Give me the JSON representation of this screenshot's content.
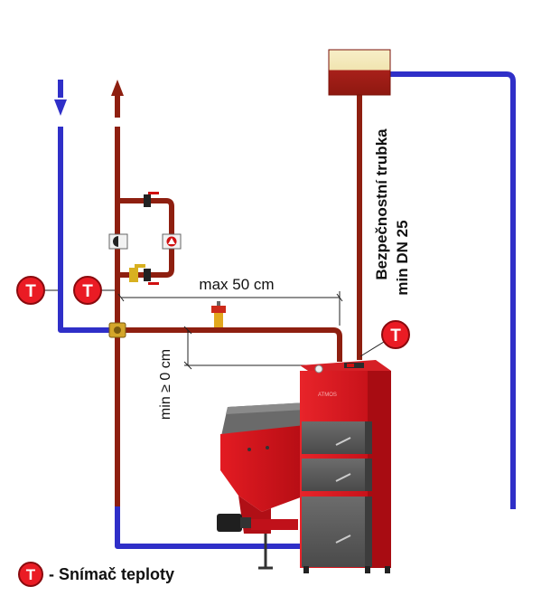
{
  "labels": {
    "max_distance": "max 50 cm",
    "min_height": "min ≥ 0 cm",
    "safety_pipe_line1": "Bezpečnostní  trubka",
    "safety_pipe_line2": "min DN 25",
    "legend_text": "- Snímač teploty"
  },
  "sensors": {
    "symbol": "T",
    "count": 4
  },
  "colors": {
    "hot_pipe": "#8e1f10",
    "cold_pipe": "#2f2fc8",
    "boiler_red": "#d2141a",
    "door_gray": "#5b5b5b",
    "sensor_fill": "#ea1b24",
    "expansion_tank_top": "#f5ecc0"
  },
  "icons": [
    "arrow-down-icon",
    "arrow-up-icon",
    "pump-icon",
    "check-valve-icon",
    "safety-valve-icon",
    "mixing-valve-icon",
    "temperature-sensor-icon"
  ]
}
